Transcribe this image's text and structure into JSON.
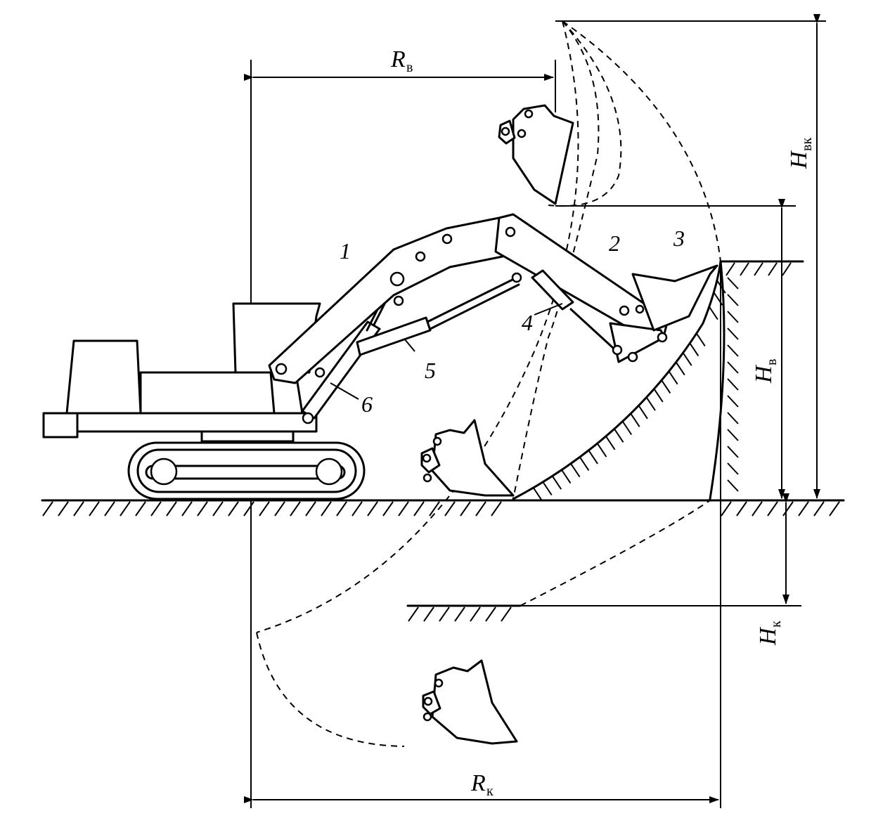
{
  "dimensions": {
    "reach_height": {
      "letter": "R",
      "sub": "в"
    },
    "reach_depth": {
      "letter": "R",
      "sub": "к"
    },
    "height_dump": {
      "letter": "H",
      "sub": "вк"
    },
    "height_dig": {
      "letter": "H",
      "sub": "в"
    },
    "depth_dig": {
      "letter": "H",
      "sub": "к"
    }
  },
  "callouts": [
    "1",
    "2",
    "3",
    "4",
    "5",
    "6"
  ]
}
